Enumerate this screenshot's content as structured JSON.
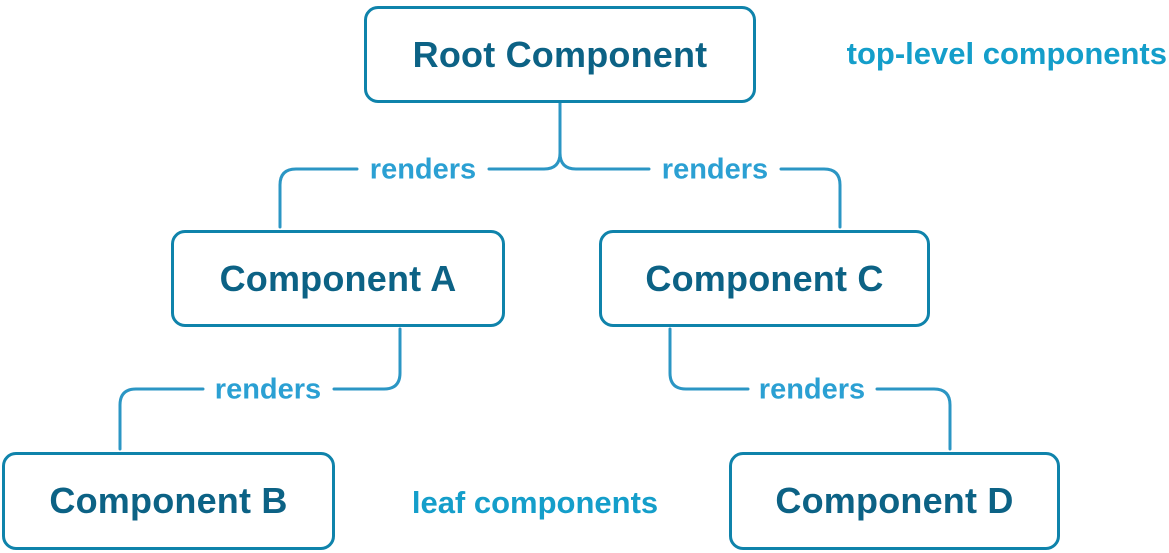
{
  "diagram": {
    "nodes": {
      "root": {
        "label": "Root Component"
      },
      "a": {
        "label": "Component A"
      },
      "b": {
        "label": "Component B"
      },
      "c": {
        "label": "Component C"
      },
      "d": {
        "label": "Component D"
      }
    },
    "edges": [
      {
        "from": "Root Component",
        "to": "Component A",
        "label": "renders"
      },
      {
        "from": "Root Component",
        "to": "Component C",
        "label": "renders"
      },
      {
        "from": "Component A",
        "to": "Component B",
        "label": "renders"
      },
      {
        "from": "Component C",
        "to": "Component D",
        "label": "renders"
      }
    ],
    "annotations": {
      "top_level": "top-level components",
      "leaf": "leaf components"
    },
    "colors": {
      "node_border": "#0f83ab",
      "node_text": "#0c6285",
      "edge_line": "#2b96c4",
      "edge_label": "#2ba0d3",
      "annotation": "#149eca",
      "node_background": "#ffffff"
    }
  }
}
